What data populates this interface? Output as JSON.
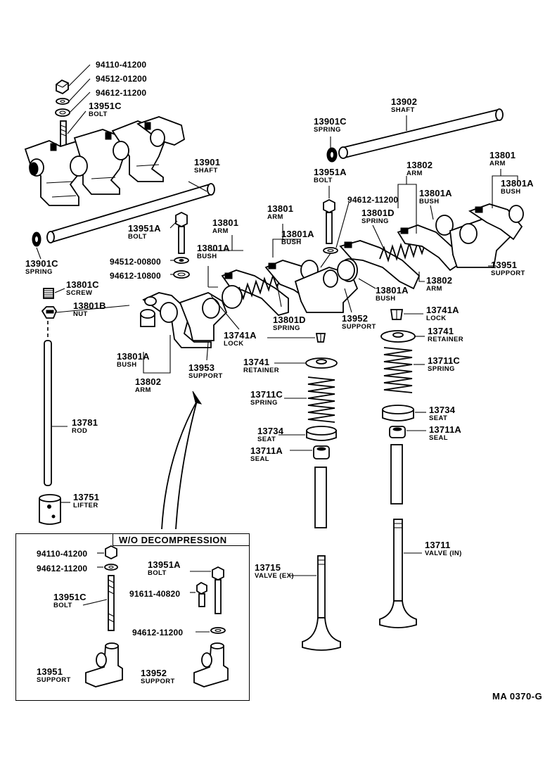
{
  "diagram_code": "MA  0370-G",
  "inset_title": "W/O  DECOMPRESSION",
  "labels": {
    "nut_94110_top": {
      "pn": "94110-41200"
    },
    "washer_94512_top": {
      "pn": "94512-01200"
    },
    "washer_94612_top": {
      "pn": "94612-11200"
    },
    "bolt_13951c_top": {
      "pn": "13951C",
      "nm": "BOLT"
    },
    "shaft_13901": {
      "pn": "13901",
      "nm": "SHAFT"
    },
    "spring_13901c_left": {
      "pn": "13901C",
      "nm": "SPRING"
    },
    "screw_13801c": {
      "pn": "13801C",
      "nm": "SCREW"
    },
    "nut_13801b": {
      "pn": "13801B",
      "nm": "NUT"
    },
    "bolt_13951a_mid": {
      "pn": "13951A",
      "nm": "BOLT"
    },
    "washer_94512_mid": {
      "pn": "94512-00800"
    },
    "washer_94612_mid": {
      "pn": "94612-10800"
    },
    "arm_13801_mid": {
      "pn": "13801",
      "nm": "ARM"
    },
    "bush_13801a_mid": {
      "pn": "13801A",
      "nm": "BUSH"
    },
    "arm_13801_center": {
      "pn": "13801",
      "nm": "ARM"
    },
    "bush_13801a_center": {
      "pn": "13801A",
      "nm": "BUSH"
    },
    "spring_13901c_right": {
      "pn": "13901C",
      "nm": "SPRING"
    },
    "shaft_13902": {
      "pn": "13902",
      "nm": "SHAFT"
    },
    "bolt_13951a_right": {
      "pn": "13951A",
      "nm": "BOLT"
    },
    "washer_94612_right": {
      "pn": "94612-11200"
    },
    "arm_13802_top": {
      "pn": "13802",
      "nm": "ARM"
    },
    "bush_13801a_right": {
      "pn": "13801A",
      "nm": "BUSH"
    },
    "arm_13801_right": {
      "pn": "13801",
      "nm": "ARM"
    },
    "bush_13801a_far": {
      "pn": "13801A",
      "nm": "BUSH"
    },
    "spring_13801d_top": {
      "pn": "13801D",
      "nm": "SPRING"
    },
    "support_13951": {
      "pn": "13951",
      "nm": "SUPPORT"
    },
    "arm_13802_right": {
      "pn": "13802",
      "nm": "ARM"
    },
    "bush_13801a_lower": {
      "pn": "13801A",
      "nm": "BUSH"
    },
    "spring_13801d_mid": {
      "pn": "13801D",
      "nm": "SPRING"
    },
    "support_13952": {
      "pn": "13952",
      "nm": "SUPPORT"
    },
    "lock_13741a_right": {
      "pn": "13741A",
      "nm": "LOCK"
    },
    "lock_13741a_mid": {
      "pn": "13741A",
      "nm": "LOCK"
    },
    "bush_13801a_left": {
      "pn": "13801A",
      "nm": "BUSH"
    },
    "arm_13802_left": {
      "pn": "13802",
      "nm": "ARM"
    },
    "support_13953": {
      "pn": "13953",
      "nm": "SUPPORT"
    },
    "retainer_13741_left": {
      "pn": "13741",
      "nm": "RETAINER"
    },
    "retainer_13741_right": {
      "pn": "13741",
      "nm": "RETAINER"
    },
    "spring_13711c_left": {
      "pn": "13711C",
      "nm": "SPRING"
    },
    "spring_13711c_right": {
      "pn": "13711C",
      "nm": "SPRING"
    },
    "seat_13734_left": {
      "pn": "13734",
      "nm": "SEAT"
    },
    "seat_13734_right": {
      "pn": "13734",
      "nm": "SEAT"
    },
    "seal_13711a_left": {
      "pn": "13711A",
      "nm": "SEAL"
    },
    "seal_13711a_right": {
      "pn": "13711A",
      "nm": "SEAL"
    },
    "rod_13781": {
      "pn": "13781",
      "nm": "ROD"
    },
    "lifter_13751": {
      "pn": "13751",
      "nm": "LIFTER"
    },
    "valve_13715": {
      "pn": "13715",
      "nm": "VALVE (EX)"
    },
    "valve_13711": {
      "pn": "13711",
      "nm": "VALVE (IN)"
    },
    "inset_nut_94110": {
      "pn": "94110-41200"
    },
    "inset_washer_94612_top": {
      "pn": "94612-11200"
    },
    "inset_bolt_13951c": {
      "pn": "13951C",
      "nm": "BOLT"
    },
    "inset_bolt_13951a": {
      "pn": "13951A",
      "nm": "BOLT"
    },
    "inset_bolt_91611": {
      "pn": "91611-40820"
    },
    "inset_washer_94612_bottom": {
      "pn": "94612-11200"
    },
    "inset_support_13951": {
      "pn": "13951",
      "nm": "SUPPORT"
    },
    "inset_support_13952": {
      "pn": "13952",
      "nm": "SUPPORT"
    }
  }
}
